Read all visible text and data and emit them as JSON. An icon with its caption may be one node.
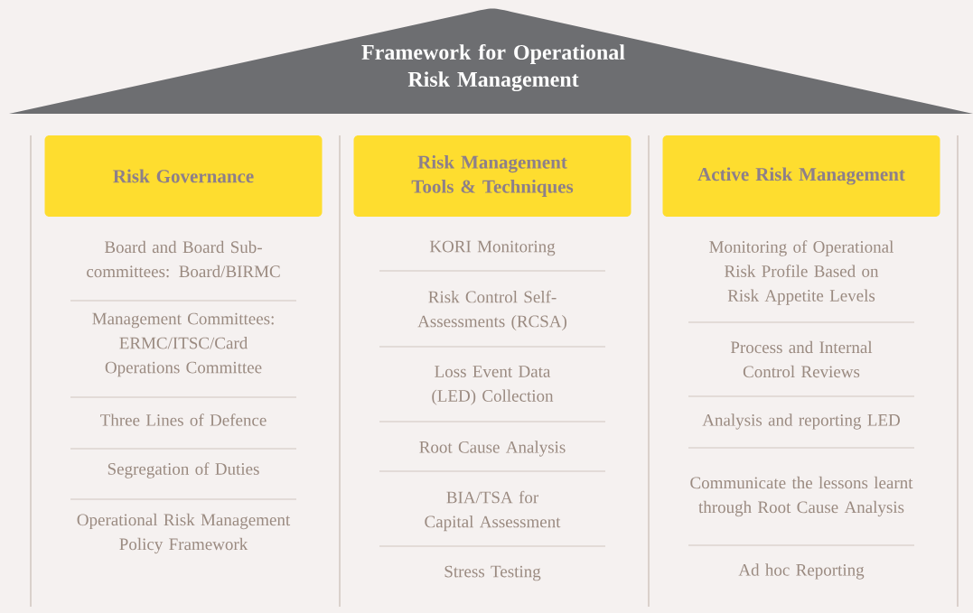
{
  "diagram": {
    "nodes": [
      {
        "text": [
          "Framework for Operational Risk Management"
        ]
      },
      {
        "text": [
          "Risk Governance"
        ]
      },
      {
        "text": [
          "Risk Management Tools & Techniques"
        ]
      },
      {
        "text": [
          "Active Risk Management"
        ]
      }
    ],
    "labels": [
      "Board and Board Sub-committees: Board/BIRMC",
      "Management Committees: ERMC/ITSC/Card Operations Committee",
      "Three Lines of Defence",
      "Segregation of Duties",
      "Operational Risk Management Policy Framework",
      "KORI Monitoring",
      "Risk Control Self-Assessments (RCSA)",
      "Loss Event Data (LED) Collection",
      "Root Cause Analysis",
      "BIA/TSA for Capital Assessment",
      "Stress Testing",
      "Monitoring of Operational Risk Profile Based on Risk Appetite Levels",
      "Process and Internal Control Reviews",
      "Analysis and reporting LED",
      "Communicate the lessons learnt through Root Cause Analysis",
      "Ad hoc Reporting"
    ]
  }
}
